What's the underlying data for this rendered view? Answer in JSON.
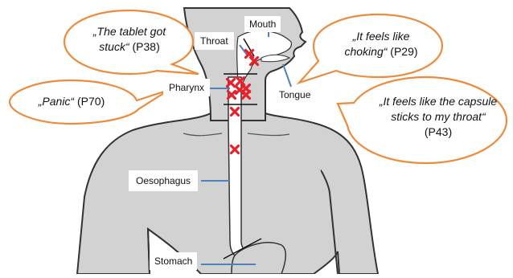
{
  "colors": {
    "body_fill": "#d2d2d2",
    "outline": "#333333",
    "tract_fill": "#ffffff",
    "leader_line": "#4f81bd",
    "bubble_border": "#ed8b3c",
    "marker": "#e8202a"
  },
  "labels": {
    "mouth": "Mouth",
    "throat": "Throat",
    "pharynx": "Pharynx",
    "tongue": "Tongue",
    "oesophagus": "Oesophagus",
    "stomach": "Stomach"
  },
  "quotes": [
    {
      "text": "„The tablet got stuck“",
      "pid": "(P38)"
    },
    {
      "text": "„Panic“",
      "pid": "(P70)"
    },
    {
      "text": "„It feels like choking“",
      "pid": "(P29)"
    },
    {
      "text": "„It feels like the capsule sticks to my throat“",
      "pid": "(P43)"
    }
  ],
  "markers": {
    "symbol": "cross-mark",
    "count": 10
  }
}
